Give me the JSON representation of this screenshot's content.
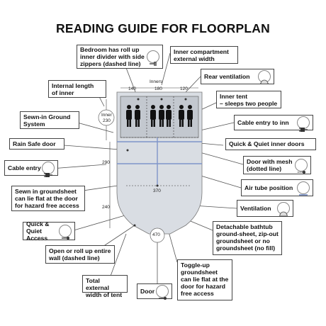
{
  "title": "READING GUIDE FOR FLOORPLAN",
  "callouts": {
    "bedroom": "Bedroom has roll up\ninner divider with side\nzippers (dashed line)",
    "inner_compartment": "Inner compartment\nexternal width",
    "internal_length": "Internal length\nof inner",
    "rear_ventilation": "Rear ventilation",
    "inner_tent": "Inner tent\n– sleeps two people",
    "sewn_in_ground": "Sewn-in Ground\nSystem",
    "cable_entry_inn": "Cable entry to inn",
    "rain_safe": "Rain Safe door",
    "quick_quiet_inner": "Quick & Quiet inner doors",
    "cable_entry": "Cable entry",
    "door_mesh": "Door with mesh\n(dotted line)",
    "air_tube": "Air tube position",
    "sewn_groundsheet": "Sewn in groundsheet\ncan lie flat at the door\nfor hazard free access",
    "ventilation": "Ventilation",
    "quick_quiet_access": "Quick & Quiet\nAccess",
    "detachable": "Detachable bathtub\nground-sheet, zip-out\ngroundsheet or no\ngroundsheet (no fill)",
    "open_roll": "Open or roll up entire\nwall (dashed line)",
    "total_width": "Total external\nwidth of tent",
    "toggle_up": "Toggle-up\ngroundsheet\ncan lie flat at the\ndoor for hazard\nfree access",
    "door": "Door"
  },
  "dimensions": {
    "inners": "Inners",
    "w140": "140",
    "w180": "180",
    "w120": "120",
    "inner": "Inner",
    "l230": "230",
    "l290": "290",
    "w370": "370",
    "l240": "240",
    "w470": "470"
  },
  "colors": {
    "floor": "#d9dde3",
    "inner_floor": "#c3c8cf",
    "air_tube": "#7f95c9",
    "callout_border": "#444444"
  }
}
